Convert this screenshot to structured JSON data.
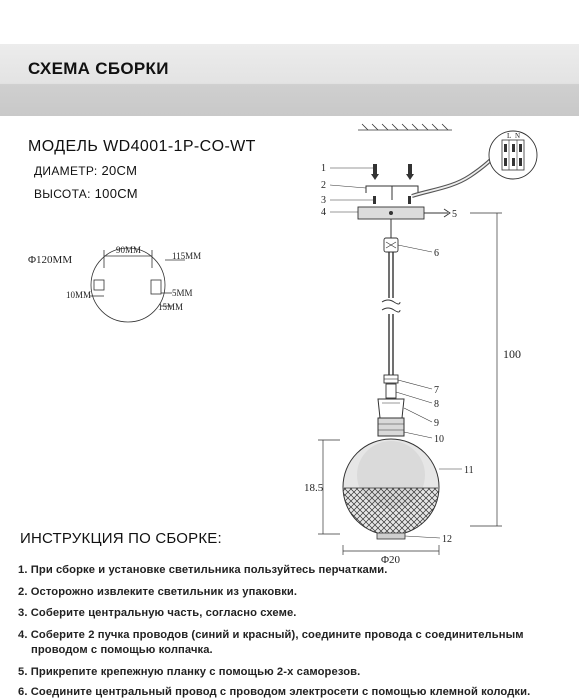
{
  "header": {
    "title": "СХЕМА СБОРКИ"
  },
  "model": "МОДЕЛЬ WD4001-1P-CO-WT",
  "specs": {
    "diameter_label": "ДИАМЕТР:",
    "diameter_value": "20СМ",
    "height_label": "ВЫСОТА:",
    "height_value": "100СМ"
  },
  "detail": {
    "dia_label": "Φ120ММ",
    "top_width": "90ММ",
    "right_top": "115ММ",
    "left_small": "10ММ",
    "right_mid": "5ММ",
    "right_bottom": "15ММ"
  },
  "diagram": {
    "parts": [
      "1",
      "2",
      "3",
      "4",
      "5",
      "6",
      "7",
      "8",
      "9",
      "10",
      "11",
      "12"
    ],
    "height_label": "100",
    "shade_height": "18.5",
    "shade_diameter": "Φ20",
    "wire_labels": [
      "L",
      "N"
    ]
  },
  "instructions": {
    "title": "ИНСТРУКЦИЯ ПО СБОРКЕ:",
    "steps": [
      "1. При сборке и установке светильника пользуйтесь перчатками.",
      "2. Осторожно извлеките светильник из упаковки.",
      "3. Соберите центральную часть, согласно схеме.",
      "4. Соберите 2 пучка проводов (синий и красный), соедините провода с соединительным",
      "проводом с помощью колпачка.",
      "5. Прикрепите крепежную планку с помощью 2-х саморезов.",
      "6. Соедините центральный провод с проводом электросети с помощью клемной колодки."
    ]
  }
}
